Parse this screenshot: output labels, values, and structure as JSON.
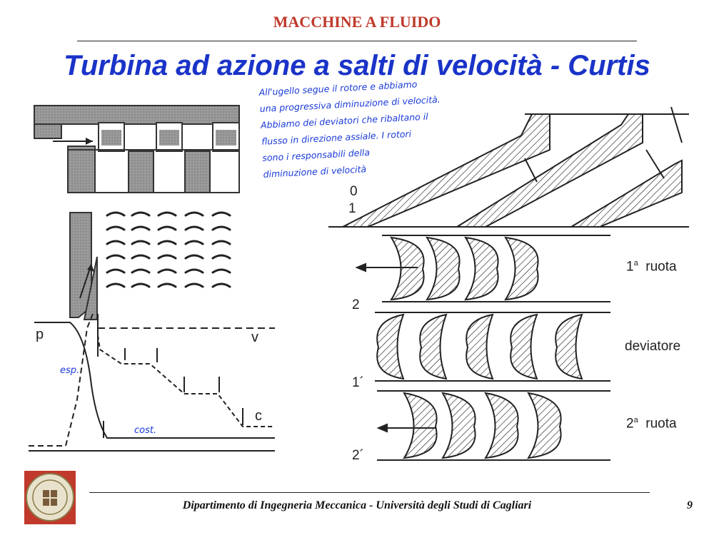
{
  "header": {
    "course": "MACCHINE A FLUIDO"
  },
  "title": "Turbina ad azione a salti di velocità - Curtis",
  "handwritten_note": {
    "lines": [
      "All'ugello segue il rotore e abbiamo",
      "una progressiva diminuzione di velocità.",
      "Abbiamo dei deviatori che ribaltano il",
      "flusso in direzione assiale. I rotori",
      "sono i responsabili della",
      "diminuzione di velocità"
    ],
    "esp_label": "esp.",
    "cost_label": "cost."
  },
  "left_diagram": {
    "p_label": "p",
    "v_label": "v",
    "c_label": "c"
  },
  "right_diagram": {
    "labels": [
      "0",
      "1",
      "2",
      "1´",
      "2´"
    ],
    "wheel1_label": {
      "num": "1",
      "sup": "a",
      "text": "ruota"
    },
    "deviator_label": "deviatore",
    "wheel2_label": {
      "num": "2",
      "sup": "a",
      "text": "ruota"
    }
  },
  "footer": {
    "text": "Dipartimento di Ingegneria Meccanica - Università degli Studi di Cagliari",
    "page": "9"
  },
  "colors": {
    "header": "#c0392b",
    "title": "#1a33c8",
    "handwriting": "#1a3ad8",
    "seal": "#c0392b"
  },
  "icons": {
    "logo": "university-seal"
  }
}
